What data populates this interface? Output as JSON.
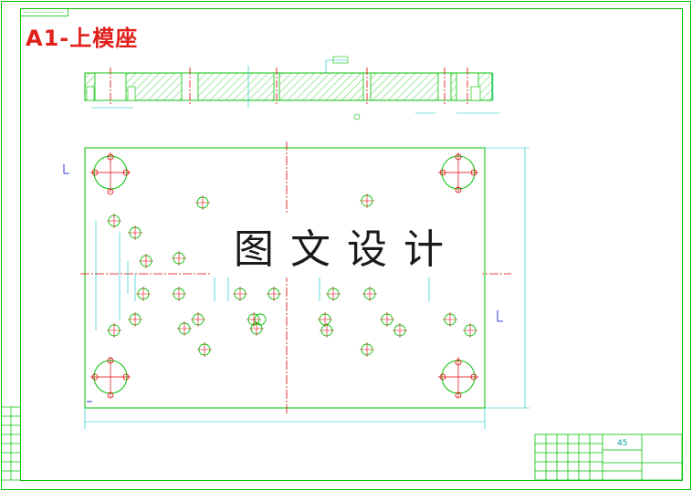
{
  "drawing": {
    "title": "A1-上模座",
    "watermark": "图文设计",
    "colors": {
      "frame": "#00c000",
      "outline": "#00c000",
      "centerline": "#e00000",
      "dimension": "#00c0c0",
      "hatch": "#00c000",
      "annotation": "#0000d0",
      "title": "#e0201c"
    }
  },
  "title_block": {
    "material": "45"
  }
}
